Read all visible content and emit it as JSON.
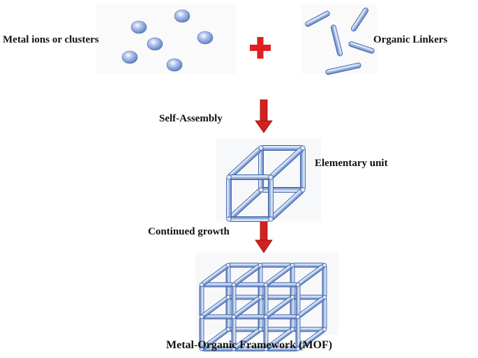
{
  "labels": {
    "metal_ions": "Metal ions or clusters",
    "organic_linkers": "Organic Linkers",
    "self_assembly": "Self-Assembly",
    "elementary_unit": "Elementary unit",
    "continued_growth": "Continued growth",
    "mof": "Metal-Organic Framework (MOF)"
  },
  "colors": {
    "plus": "#e02020",
    "arrow": "#d62020",
    "sphere": "#7c9bd6",
    "linker": "#9cb8e6",
    "linker_stroke": "#3e5f9e"
  }
}
